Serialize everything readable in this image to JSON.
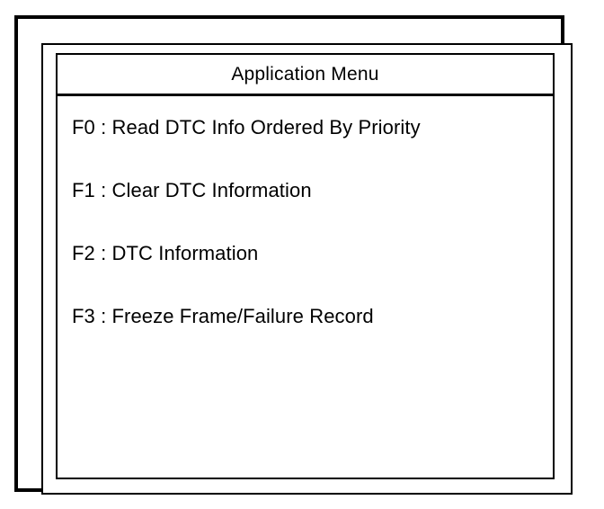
{
  "window": {
    "background_color": "#ffffff",
    "border_color": "#000000",
    "frames": [
      "outer-thick-frame",
      "middle-thin-frame",
      "inner-panel-frame"
    ]
  },
  "panel": {
    "title": "Application Menu",
    "title_separator": true
  },
  "menu": {
    "items": [
      {
        "key": "F0",
        "separator": ":",
        "label": "Read DTC Info Ordered By Priority",
        "text": "F0 : Read DTC Info Ordered By Priority"
      },
      {
        "key": "F1",
        "separator": ":",
        "label": "Clear DTC Information",
        "text": "F1 : Clear DTC Information"
      },
      {
        "key": "F2",
        "separator": ":",
        "label": "DTC Information",
        "text": "F2 : DTC Information"
      },
      {
        "key": "F3",
        "separator": ":",
        "label": "Freeze Frame/Failure Record",
        "text": "F3 : Freeze Frame/Failure Record"
      }
    ]
  }
}
